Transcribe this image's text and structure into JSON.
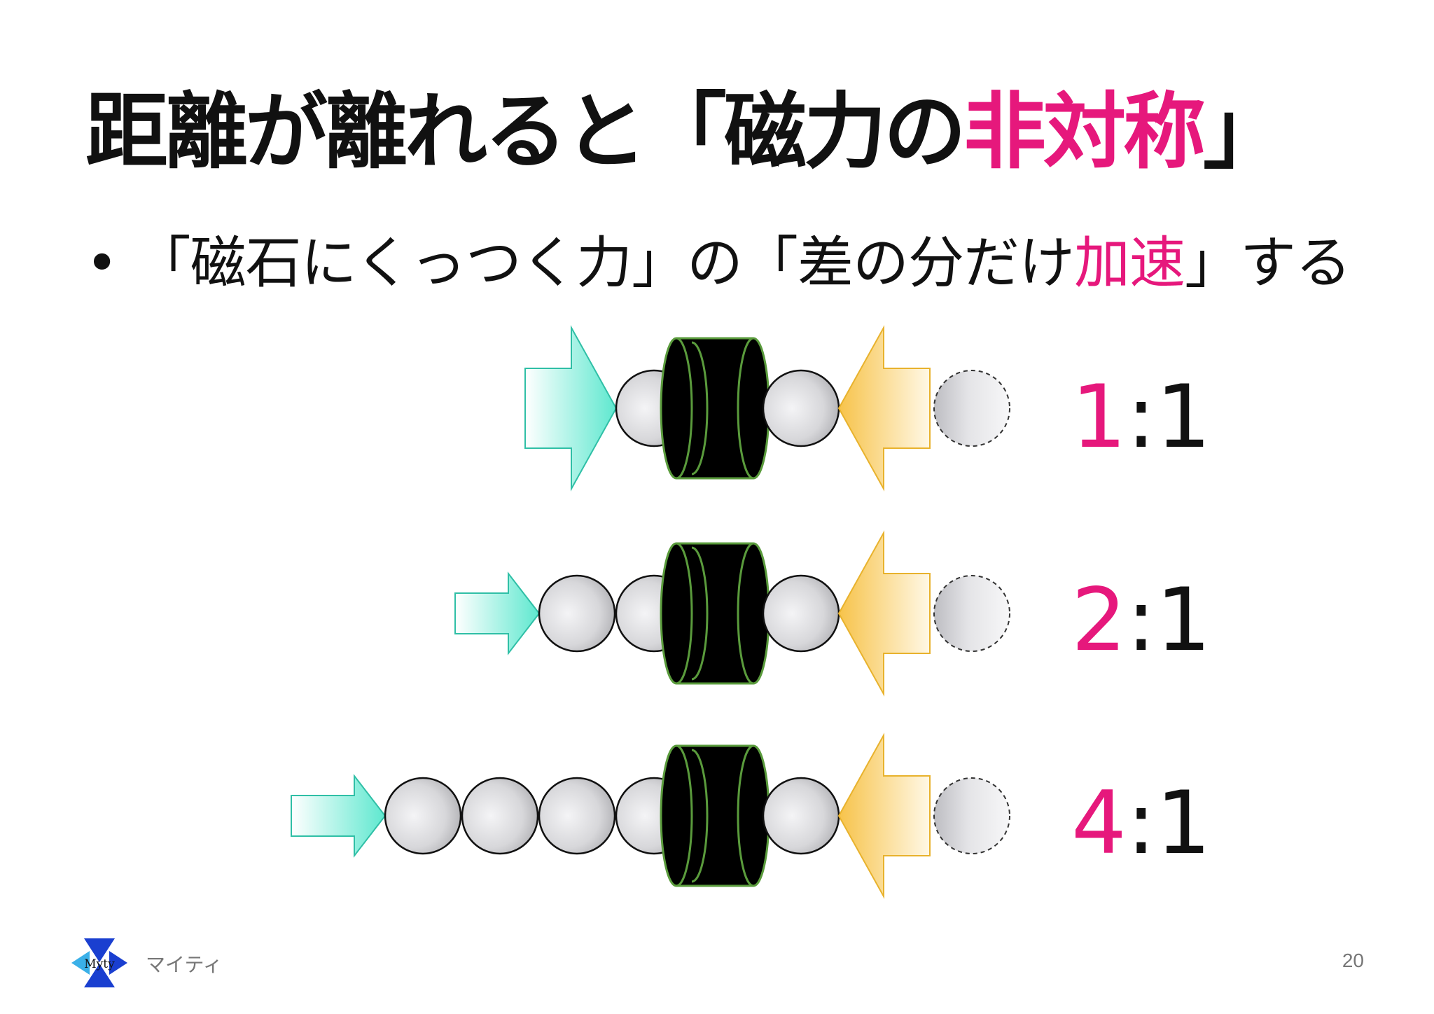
{
  "slide": {
    "title_pre": "距離が離れると「磁力の",
    "title_accent": "非対称",
    "title_post": "」",
    "bullet_marker": "•",
    "bullet_pre": "「磁石にくっつく力」の「差の分だけ",
    "bullet_accent": "加速",
    "bullet_post": "」する",
    "accent_color": "#e6187c"
  },
  "rows": [
    {
      "left": "1",
      "sep": ":",
      "right": "1",
      "ball_count": 1
    },
    {
      "left": "2",
      "sep": ":",
      "right": "1",
      "ball_count": 2
    },
    {
      "left": "4",
      "sep": ":",
      "right": "1",
      "ball_count": 4
    }
  ],
  "footer": {
    "logo_text": "Myty",
    "company": "マイティ",
    "page": "20"
  },
  "colors": {
    "magnet": "#000000",
    "magnet_edge": "#5a9b3c",
    "arrow_left": "#5ee8cf",
    "arrow_right": "#f7c34a",
    "ball_stroke": "#111111"
  }
}
